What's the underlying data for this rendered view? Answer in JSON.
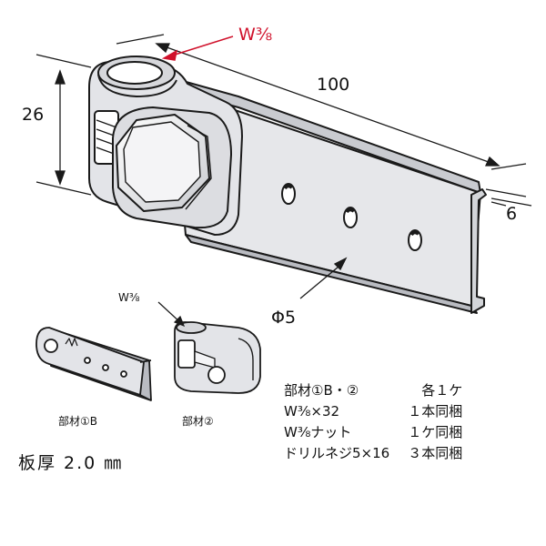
{
  "main_view": {
    "thread_size": "W⅜",
    "length": "100",
    "height": "26",
    "flange": "6",
    "hole": "Φ5"
  },
  "part1": {
    "label": "部材①B"
  },
  "part2": {
    "thread": "W⅜",
    "label": "部材②"
  },
  "thickness": "板厚 2.0 ㎜",
  "parts_list": [
    {
      "item": "部材①B・②",
      "qty": "各１ケ"
    },
    {
      "item": "W⅜×32",
      "qty": "１本同梱"
    },
    {
      "item": "W⅜ナット",
      "qty": "１ケ同梱"
    },
    {
      "item": "ドリルネジ5×16",
      "qty": "３本同梱"
    }
  ],
  "colors": {
    "metal": "#e3e4e8",
    "metal_shade": "#b9bbc1",
    "outline": "#1a1a1a",
    "accent_red": "#d0112b"
  }
}
